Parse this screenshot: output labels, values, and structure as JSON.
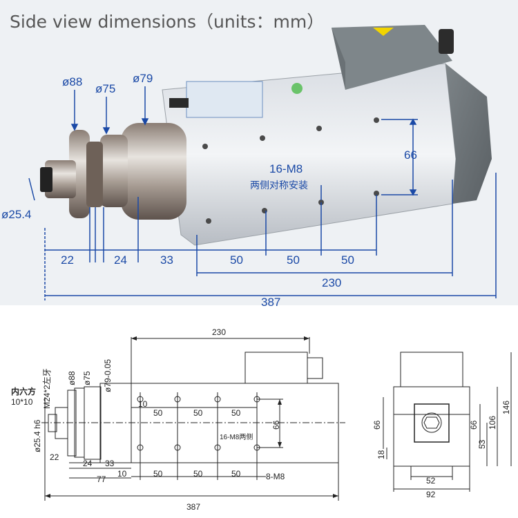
{
  "title": "Side view dimensions（units：mm）",
  "photo": {
    "dia_88": "ø88",
    "dia_75": "ø75",
    "dia_79": "ø79",
    "dia_25_4": "ø25.4",
    "dim_66": "66",
    "mount_label": "16-M8",
    "mount_note": "两侧对称安装",
    "dim_22": "22",
    "dim_24": "24",
    "dim_33": "33",
    "dim_50a": "50",
    "dim_50b": "50",
    "dim_50c": "50",
    "dim_230": "230",
    "dim_387": "387"
  },
  "drawing": {
    "dim_230_top": "230",
    "hex_label": "内六方",
    "hex_size": "10*10",
    "thread": "M24*2左牙",
    "d88": "ø88",
    "d75": "ø75",
    "d79": "ø79-0.05",
    "d25": "ø25.4 h6",
    "d10": "10",
    "d50_1": "50",
    "d50_2": "50",
    "d50_3": "50",
    "d66": "66",
    "note_16m8": "16-M8两侧",
    "b22": "22",
    "b24": "24",
    "b33": "33",
    "b77": "77",
    "b10": "10",
    "b50_1": "50",
    "b50_2": "50",
    "b50_3": "50",
    "b8m8": "8-M8",
    "b387": "387",
    "r66": "66",
    "r66b": "66",
    "r53": "53",
    "r106": "106",
    "r146": "146",
    "r18": "18",
    "r52": "52",
    "r92": "92"
  }
}
